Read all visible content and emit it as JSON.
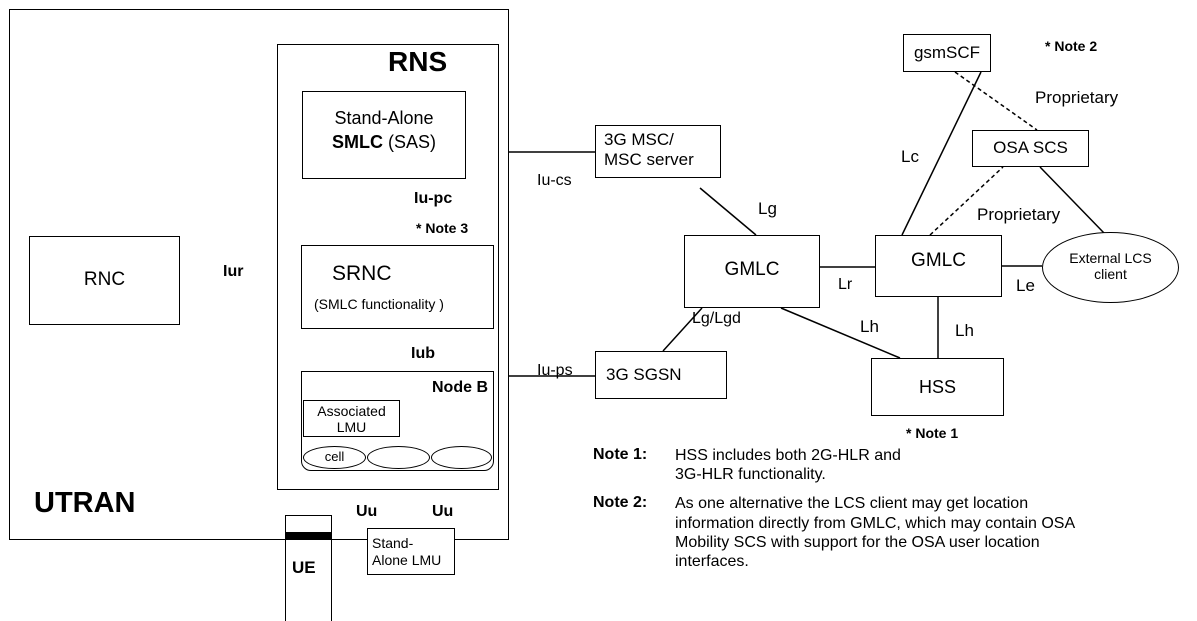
{
  "utran": {
    "label": "UTRAN"
  },
  "rns": {
    "label": "RNS"
  },
  "sas": {
    "line1": "Stand-Alone",
    "line2_bold": "SMLC",
    "line2_rest": " (SAS)"
  },
  "rnc": {
    "label": "RNC"
  },
  "srnc": {
    "title": "SRNC",
    "subtitle": "(SMLC functionality )"
  },
  "nodeb": {
    "label": "Node B",
    "assoc_lmu": [
      "Associated",
      "LMU"
    ],
    "cell": "cell"
  },
  "ue": {
    "label": "UE"
  },
  "standalone_lmu": {
    "line1": "Stand-",
    "line2": "Alone LMU"
  },
  "msc": {
    "line1": "3G MSC/",
    "line2": "MSC server"
  },
  "sgsn": {
    "label": "3G SGSN"
  },
  "gmlc1": {
    "label": "GMLC"
  },
  "gmlc2": {
    "label": "GMLC"
  },
  "hss": {
    "label": "HSS"
  },
  "gsmscf": {
    "label": "gsmSCF"
  },
  "osa_scs": {
    "label": "OSA SCS"
  },
  "external_lcs": {
    "line1": "External LCS",
    "line2": "client"
  },
  "interfaces": {
    "iur": "Iur",
    "iupc": "Iu-pc",
    "iub": "Iub",
    "uu1": "Uu",
    "uu2": "Uu",
    "iucs": "Iu-cs",
    "iups": "Iu-ps",
    "lg": "Lg",
    "lglgd": "Lg/Lgd",
    "lh1": "Lh",
    "lh2": "Lh",
    "lr": "Lr",
    "lc": "Lc",
    "le": "Le",
    "proprietary1": "Proprietary",
    "proprietary2": "Proprietary"
  },
  "note_refs": {
    "note1": "* Note 1",
    "note2": "* Note 2",
    "note3": "* Note 3"
  },
  "notes": [
    {
      "label": "Note 1:",
      "text": "HSS includes both 2G-HLR and 3G-HLR functionality."
    },
    {
      "label": "Note 2:",
      "text": "As one alternative the LCS client may get location information directly from GMLC, which may contain OSA Mobility SCS with support for the OSA user location interfaces."
    }
  ]
}
